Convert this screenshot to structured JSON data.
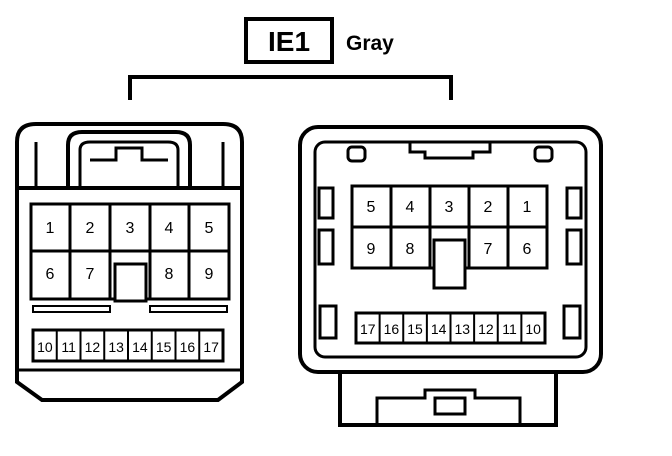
{
  "header": {
    "connector_code": "IE1",
    "color": "Gray"
  },
  "left_connector": {
    "upper_pins": [
      "1",
      "2",
      "3",
      "4",
      "5",
      "6",
      "7",
      "8",
      "9"
    ],
    "lower_pins": [
      "10",
      "11",
      "12",
      "13",
      "14",
      "15",
      "16",
      "17"
    ]
  },
  "right_connector": {
    "upper_pins": [
      "5",
      "4",
      "3",
      "2",
      "1",
      "9",
      "8",
      "7",
      "6"
    ],
    "lower_pins": [
      "17",
      "16",
      "15",
      "14",
      "13",
      "12",
      "11",
      "10"
    ]
  },
  "colors": {
    "line": "#000000",
    "background": "#ffffff"
  }
}
